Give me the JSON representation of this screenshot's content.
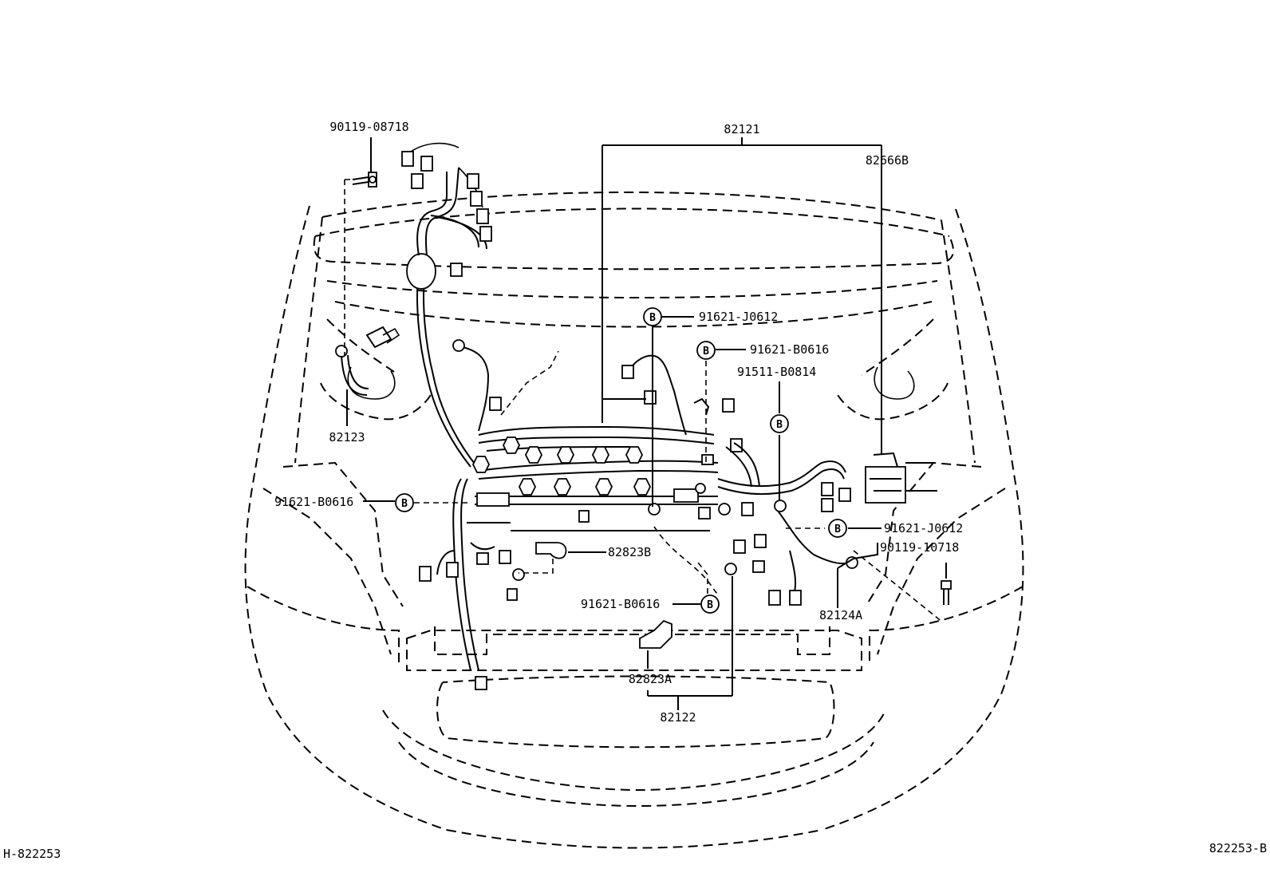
{
  "figure_code_left": "H-822253",
  "figure_code_right": "822253-B",
  "callout_symbol": "B",
  "parts": {
    "p82121": "82121",
    "p82666B": "82666B",
    "p90119_08718": "90119-08718",
    "p82123": "82123",
    "p91621_J0612_top": "91621-J0612",
    "p91621_B0616_top": "91621-B0616",
    "p91511_B0814": "91511-B0814",
    "p91621_B0616_left": "91621-B0616",
    "p91621_J0612_right": "91621-J0612",
    "p90119_10718": "90119-10718",
    "p82823B": "82823B",
    "p91621_B0616_bottom": "91621-B0616",
    "p82124A": "82124A",
    "p82823A": "82823A",
    "p82122": "82122"
  }
}
